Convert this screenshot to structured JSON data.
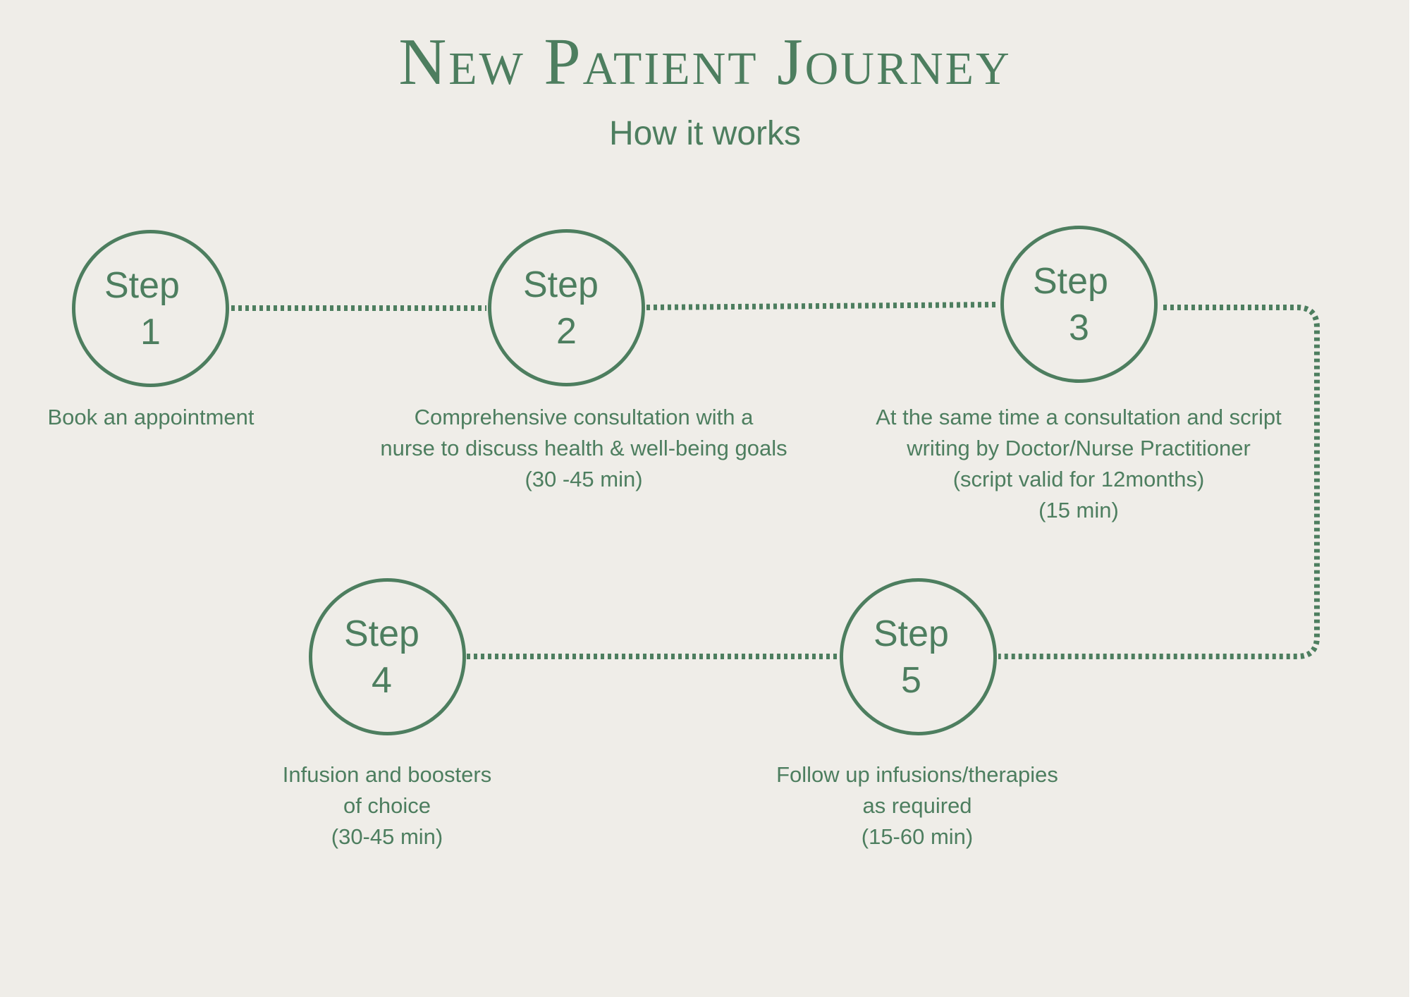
{
  "title": "New Patient Journey",
  "subtitle": "How it works",
  "colors": {
    "background": "#efede8",
    "accent": "#4d7e5f"
  },
  "steps": [
    {
      "word": "Step",
      "number": "1",
      "lines": [
        "Book an appointment"
      ]
    },
    {
      "word": "Step",
      "number": "2",
      "lines": [
        "Comprehensive consultation with  a",
        "nurse to discuss health & well-being goals",
        "(30 -45 min)"
      ]
    },
    {
      "word": "Step",
      "number": "3",
      "lines": [
        "At the same time a consultation and script",
        "writing by Doctor/Nurse Practitioner",
        "(script valid for 12months)",
        "(15 min)"
      ]
    },
    {
      "word": "Step",
      "number": "4",
      "lines": [
        "Infusion and boosters",
        "of choice",
        "(30-45 min)"
      ]
    },
    {
      "word": "Step",
      "number": "5",
      "lines": [
        "Follow up infusions/therapies",
        "as required",
        "(15-60 min)"
      ]
    }
  ]
}
